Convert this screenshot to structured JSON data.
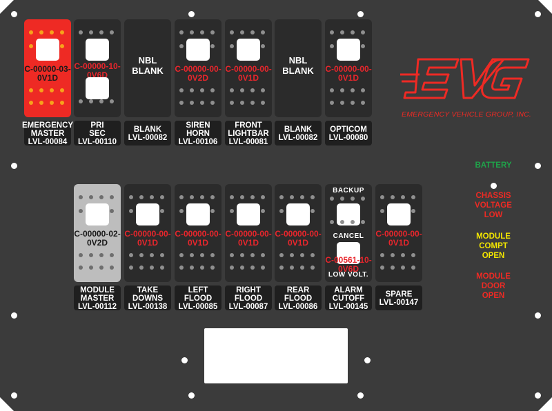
{
  "brand": {
    "logo_text": "EVG",
    "company": "EMERGENCY VEHICLE GROUP, INC.",
    "color": "#ee2a24"
  },
  "colors": {
    "panel": "#3b3b3b",
    "switch": "#2b2b2b",
    "active_switch": "#ee2a24",
    "master_switch": "#bdbdbd",
    "label_bg": "#1f1f1f",
    "code_red": "#e8262c",
    "dot_gray": "#8f8f8f",
    "dot_orange": "#f7a21b"
  },
  "top_row": [
    {
      "style": "red",
      "windows": 1,
      "code": "C-00000-03-\n0V1D",
      "label": "EMERGENCY\nMASTER\nLVL-00084"
    },
    {
      "style": "dark",
      "windows": 2,
      "code": "C-00000-10-\n0V6D",
      "label": "PRI\nSEC\nLVL-00110"
    },
    {
      "style": "dark",
      "windows": 0,
      "blank_text": "NBL\nBLANK",
      "label": "BLANK\nLVL-00082"
    },
    {
      "style": "dark",
      "windows": 1,
      "code": "C-00000-00-\n0V2D",
      "label": "SIREN\nHORN\nLVL-00106"
    },
    {
      "style": "dark",
      "windows": 1,
      "code": "C-00000-00-\n0V1D",
      "label": "FRONT\nLIGHTBAR\nLVL-00081"
    },
    {
      "style": "dark",
      "windows": 0,
      "blank_text": "NBL\nBLANK",
      "label": "BLANK\nLVL-00082"
    },
    {
      "style": "dark",
      "windows": 1,
      "code": "C-00000-00-\n0V1D",
      "label": "OPTICOM\nLVL-00080"
    }
  ],
  "bottom_row": [
    {
      "style": "gray",
      "windows": 1,
      "code": "C-00000-02-\n0V2D",
      "label": "MODULE\nMASTER\nLVL-00112"
    },
    {
      "style": "dark",
      "windows": 1,
      "code": "C-00000-00-\n0V1D",
      "label": "TAKE\nDOWNS\nLVL-00138"
    },
    {
      "style": "dark",
      "windows": 1,
      "code": "C-00000-00-\n0V1D",
      "label": "LEFT\nFLOOD\nLVL-00085"
    },
    {
      "style": "dark",
      "windows": 1,
      "code": "C-00000-00-\n0V1D",
      "label": "RIGHT\nFLOOD\nLVL-00087"
    },
    {
      "style": "dark",
      "windows": 1,
      "code": "C-00000-00-\n0V1D",
      "label": "REAR\nFLOOD\nLVL-00086"
    },
    {
      "style": "dark",
      "windows": 2,
      "special": true,
      "top_text": "BACKUP",
      "mid_text": "CANCEL",
      "code": "C-00561-10-\n0V6D",
      "bottom_text": "LOW VOLT.",
      "label": "ALARM\nCUTOFF\nLVL-00145"
    },
    {
      "style": "dark",
      "windows": 1,
      "code": "C-00000-00-\n0V1D",
      "label": "SPARE\nLVL-00147"
    }
  ],
  "indicators": [
    {
      "name": "battery",
      "text": "BATTERY",
      "color": "#1fa34a"
    },
    {
      "name": "chassis-voltage-low",
      "text": "CHASSIS\nVOLTAGE\nLOW",
      "color": "#ee2a24"
    },
    {
      "name": "module-compt-open",
      "text": "MODULE\nCOMPT\nOPEN",
      "color": "#f3e600"
    },
    {
      "name": "module-door-open",
      "text": "MODULE\nDOOR\nOPEN",
      "color": "#ee2a24"
    }
  ]
}
